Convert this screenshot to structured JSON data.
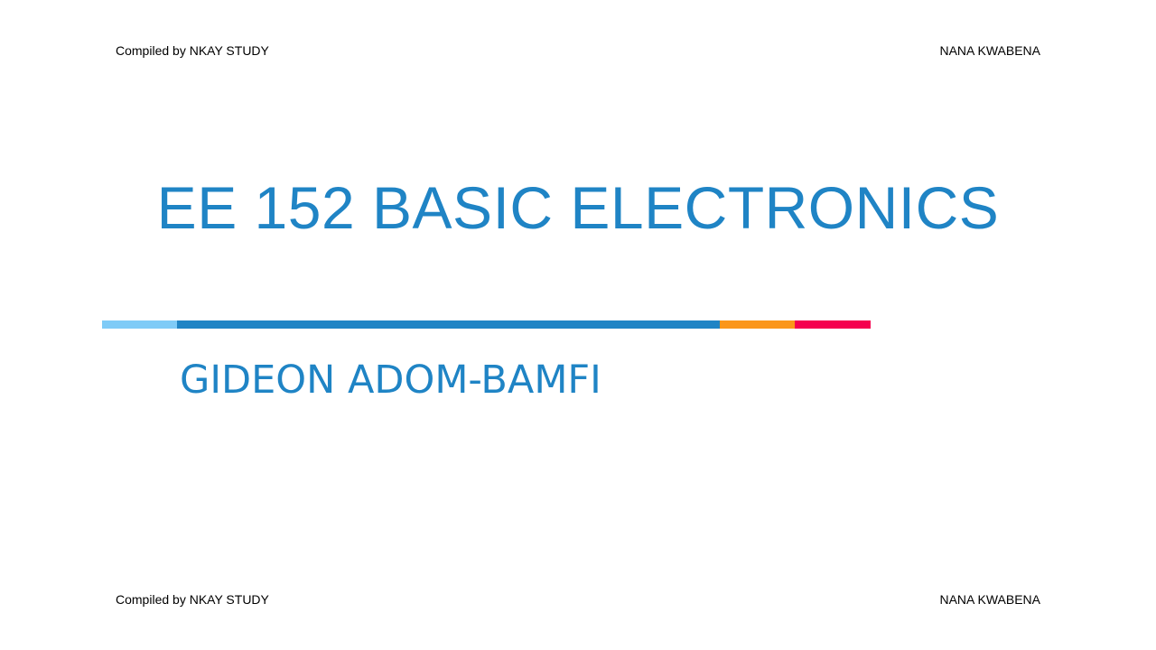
{
  "header": {
    "left": "Compiled by NKAY STUDY",
    "right": "NANA KWABENA"
  },
  "footer": {
    "left": "Compiled by NKAY STUDY",
    "right": "NANA KWABENA"
  },
  "slide": {
    "title": "EE 152 BASIC ELECTRONICS",
    "subtitle": "GIDEON ADOM-BAMFI"
  },
  "colors": {
    "accent": "#1f84c5",
    "bar_segments": [
      "#7fcbf7",
      "#1f84c5",
      "#fb961a",
      "#f5004f"
    ]
  }
}
